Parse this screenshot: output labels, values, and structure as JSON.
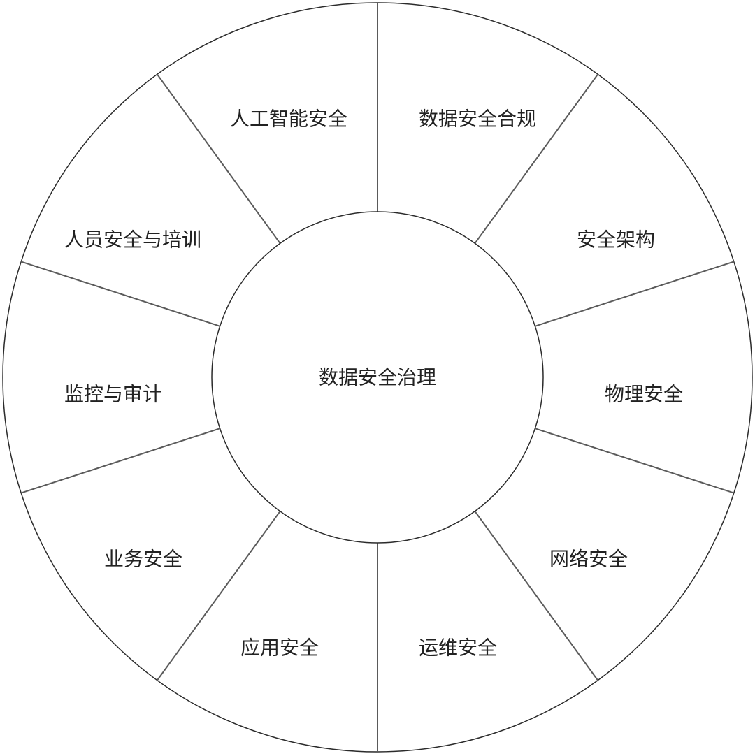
{
  "diagram": {
    "center_label": "数据安全治理",
    "segments": [
      "人工智能安全",
      "数据安全合规",
      "安全架构",
      "物理安全",
      "网络安全",
      "运维安全",
      "应用安全",
      "业务安全",
      "监控与审计",
      "人员安全与培训"
    ]
  },
  "colors": {
    "stroke": "#2b2b2b",
    "divider": "#5a5a5a",
    "text": "#222222",
    "background": "#ffffff"
  }
}
